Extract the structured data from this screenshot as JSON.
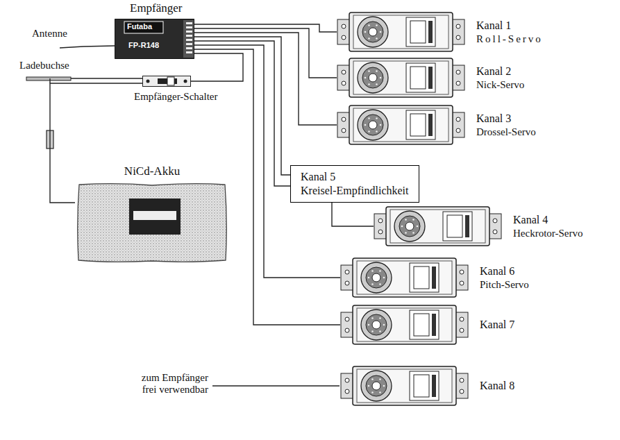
{
  "diagram": {
    "nodes": [
      {
        "text": [
          "Empfänger",
          "Futaba",
          "FP-R148"
        ]
      },
      {
        "text": [
          "Kanal 1",
          "Roll-Servo"
        ]
      },
      {
        "text": [
          "Kanal 2",
          "Nick-Servo"
        ]
      },
      {
        "text": [
          "Kanal 3",
          "Drossel-Servo"
        ]
      },
      {
        "text": [
          "Empfänger-Schalter"
        ]
      },
      {
        "text": [
          "Kanal 5",
          "Kreisel-Empfindlichkeit"
        ]
      },
      {
        "text": [
          "NiCd-Akku"
        ]
      },
      {
        "text": [
          "Kanal 4",
          "Heckrotor-Servo"
        ]
      },
      {
        "text": [
          "Kanal 6",
          "Pitch-Servo"
        ]
      },
      {
        "text": [
          "Kanal 7"
        ]
      },
      {
        "text": [
          "Kanal 8"
        ]
      }
    ],
    "edges": [
      {
        "from": 0,
        "to": 1,
        "arrow": "none"
      },
      {
        "from": 0,
        "to": 2,
        "arrow": "none"
      },
      {
        "from": 0,
        "to": 3,
        "arrow": "none"
      },
      {
        "from": 0,
        "to": 5,
        "arrow": "none"
      },
      {
        "from": 0,
        "to": 5,
        "arrow": "none"
      },
      {
        "from": 5,
        "to": 7,
        "arrow": "none"
      },
      {
        "from": 0,
        "to": 8,
        "arrow": "none"
      },
      {
        "from": 0,
        "to": 9,
        "arrow": "none"
      },
      {
        "from": 0,
        "to": 4,
        "arrow": "none"
      },
      {
        "from": 4,
        "to": 6,
        "arrow": "none"
      }
    ],
    "labels": [
      "Antenne",
      "Ladebuchse",
      "zum Empfänger frei verwendbar"
    ]
  }
}
